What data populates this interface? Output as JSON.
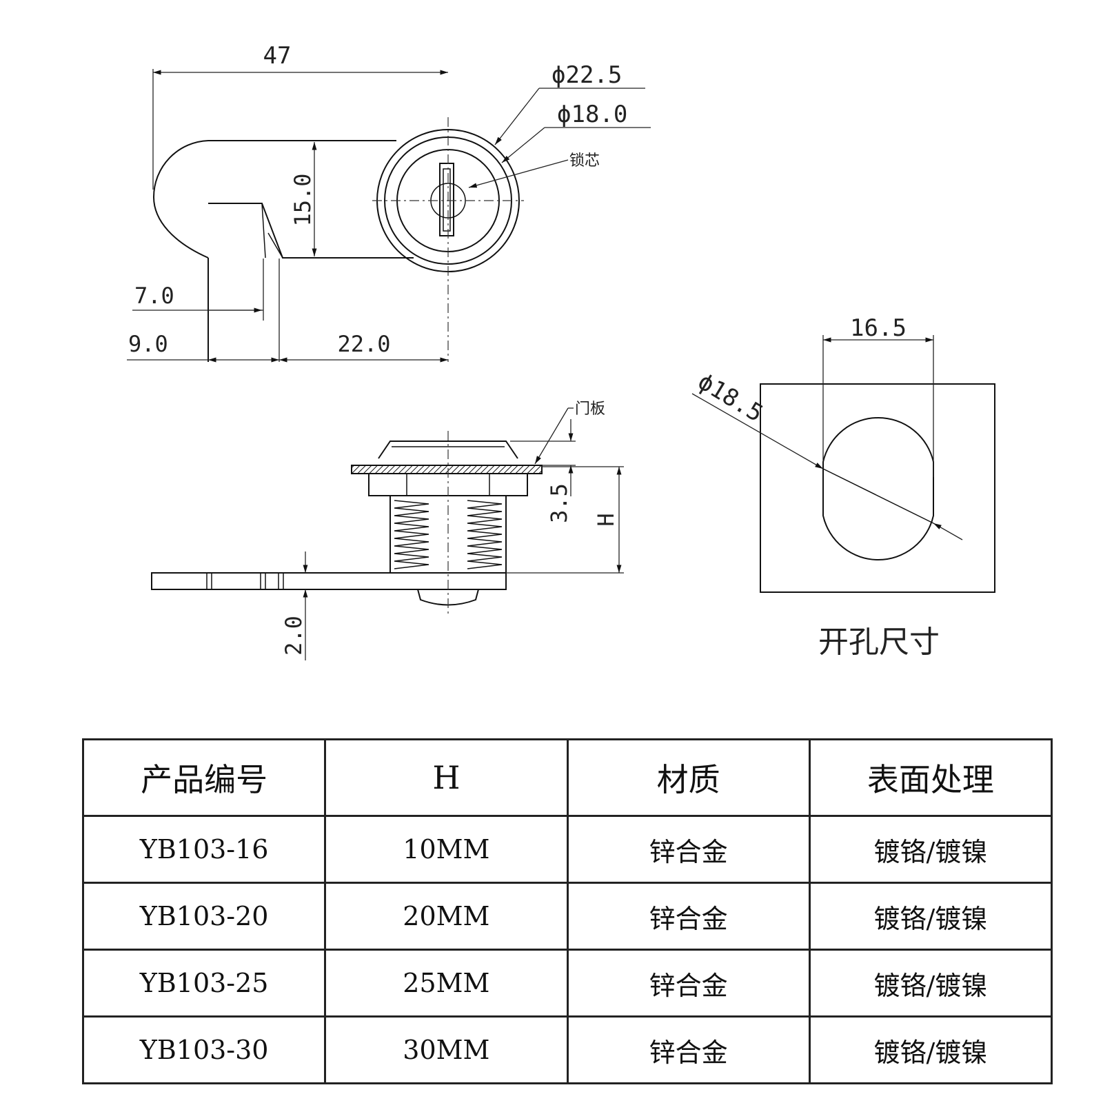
{
  "drawing": {
    "top_view": {
      "dim_width": "47",
      "dim_outer_diameter": "ϕ22.5",
      "dim_inner_diameter": "ϕ18.0",
      "label_core": "锁芯",
      "dim_height": "15.0",
      "dim_slot": "7.0",
      "dim_left": "9.0",
      "dim_right": "22.0"
    },
    "side_view": {
      "label_panel": "门板",
      "dim_nut": "3.5",
      "dim_h": "H",
      "dim_cam": "2.0"
    },
    "hole_view": {
      "dim_flat": "16.5",
      "dim_diameter": "ϕ18.5",
      "caption": "开孔尺寸"
    }
  },
  "table": {
    "headers": [
      "产品编号",
      "H",
      "材质",
      "表面处理"
    ],
    "rows": [
      [
        "YB103-16",
        "10MM",
        "锌合金",
        "镀铬/镀镍"
      ],
      [
        "YB103-20",
        "20MM",
        "锌合金",
        "镀铬/镀镍"
      ],
      [
        "YB103-25",
        "25MM",
        "锌合金",
        "镀铬/镀镍"
      ],
      [
        "YB103-30",
        "30MM",
        "锌合金",
        "镀铬/镀镍"
      ]
    ]
  }
}
